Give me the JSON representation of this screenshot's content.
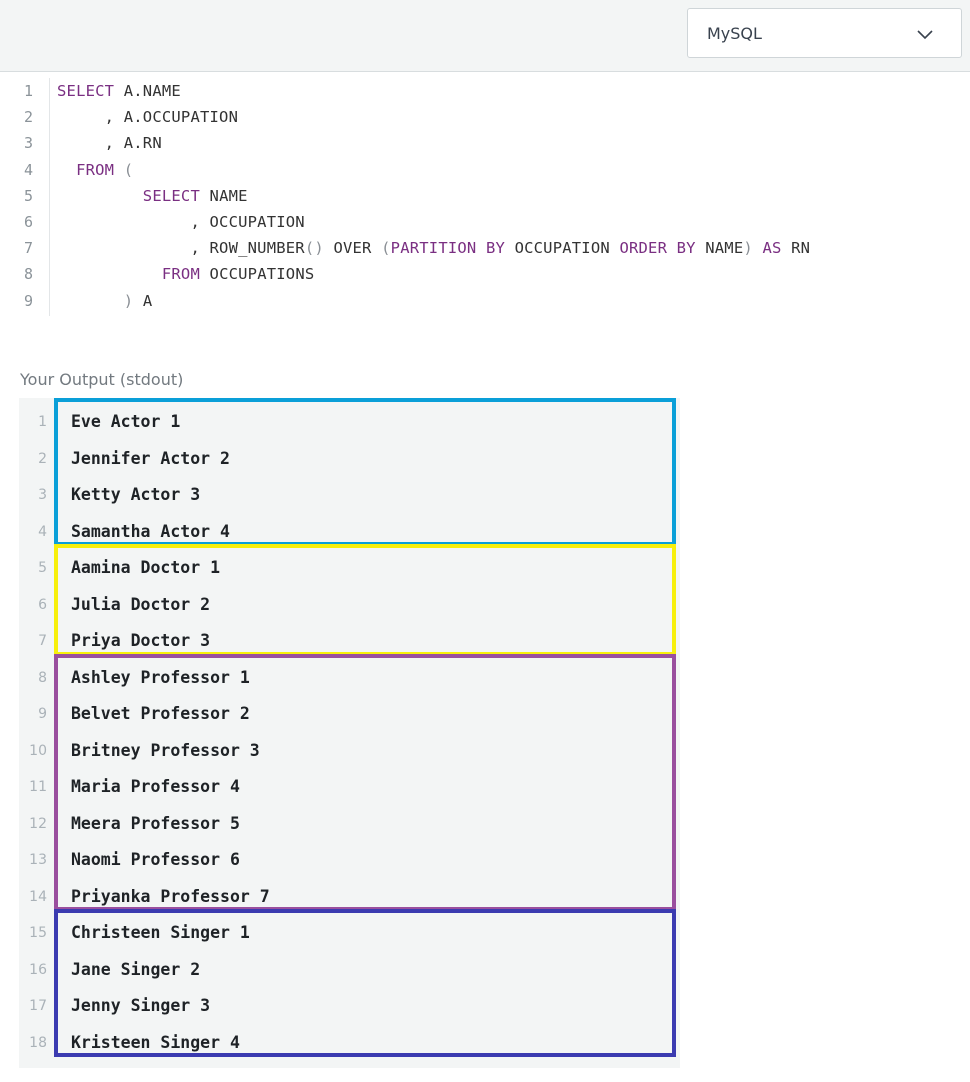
{
  "toolbar": {
    "language_selected": "MySQL"
  },
  "editor": {
    "lines": [
      [
        {
          "t": "SELECT",
          "c": "kw"
        },
        {
          "t": " A.NAME",
          "c": "fn"
        }
      ],
      [
        {
          "t": "     , A.OCCUPATION",
          "c": "fn"
        }
      ],
      [
        {
          "t": "     , A.RN",
          "c": "fn"
        }
      ],
      [
        {
          "t": "  FROM",
          "c": "kw"
        },
        {
          "t": " ",
          "c": "fn"
        },
        {
          "t": "(",
          "c": "pn"
        }
      ],
      [
        {
          "t": "         ",
          "c": "fn"
        },
        {
          "t": "SELECT",
          "c": "kw"
        },
        {
          "t": " NAME",
          "c": "fn"
        }
      ],
      [
        {
          "t": "              , OCCUPATION",
          "c": "fn"
        }
      ],
      [
        {
          "t": "              , ROW_NUMBER",
          "c": "fn"
        },
        {
          "t": "()",
          "c": "pn"
        },
        {
          "t": " OVER ",
          "c": "fn"
        },
        {
          "t": "(",
          "c": "pn"
        },
        {
          "t": "PARTITION BY",
          "c": "kw"
        },
        {
          "t": " OCCUPATION ",
          "c": "fn"
        },
        {
          "t": "ORDER BY",
          "c": "kw"
        },
        {
          "t": " NAME",
          "c": "fn"
        },
        {
          "t": ")",
          "c": "pn"
        },
        {
          "t": " ",
          "c": "fn"
        },
        {
          "t": "AS",
          "c": "kw"
        },
        {
          "t": " RN",
          "c": "fn"
        }
      ],
      [
        {
          "t": "           ",
          "c": "fn"
        },
        {
          "t": "FROM",
          "c": "kw"
        },
        {
          "t": " OCCUPATIONS",
          "c": "fn"
        }
      ],
      [
        {
          "t": "       ",
          "c": "fn"
        },
        {
          "t": ")",
          "c": "pn"
        },
        {
          "t": " A",
          "c": "fn"
        }
      ]
    ]
  },
  "output": {
    "label": "Your Output (stdout)",
    "lines": [
      "Eve Actor 1",
      "Jennifer Actor 2",
      "Ketty Actor 3",
      "Samantha Actor 4",
      "Aamina Doctor 1",
      "Julia Doctor 2",
      "Priya Doctor 3",
      "Ashley Professor 1",
      "Belvet Professor 2",
      "Britney Professor 3",
      "Maria Professor 4",
      "Meera Professor 5",
      "Naomi Professor 6",
      "Priyanka Professor 7",
      "Christeen Singer 1",
      "Jane Singer 2",
      "Jenny Singer 3",
      "Kristeen Singer 4"
    ]
  },
  "highlight_groups": [
    {
      "name": "actor-group",
      "from": 1,
      "to": 4,
      "color": "#0a9fd8"
    },
    {
      "name": "doctor-group",
      "from": 5,
      "to": 7,
      "color": "#f7ef0c"
    },
    {
      "name": "professor-group",
      "from": 8,
      "to": 14,
      "color": "#9a4f9e"
    },
    {
      "name": "singer-group",
      "from": 15,
      "to": 18,
      "color": "#3b3bb0"
    }
  ]
}
